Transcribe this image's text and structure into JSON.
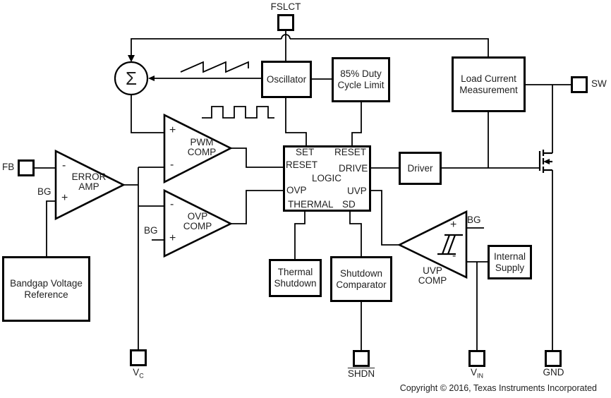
{
  "pins": {
    "fslct": {
      "label": "FSLCT"
    },
    "fb": {
      "label": "FB"
    },
    "sw": {
      "label": "SW"
    },
    "vc": {
      "main": "V",
      "sub": "C"
    },
    "shdn": {
      "label": "SHDN"
    },
    "vin": {
      "main": "V",
      "sub": "IN"
    },
    "gnd": {
      "label": "GND"
    }
  },
  "blocks": {
    "oscillator": {
      "line1": "Oscillator"
    },
    "duty_cycle": {
      "line1": "85% Duty",
      "line2": "Cycle Limit"
    },
    "load_current": {
      "line1": "Load Current",
      "line2": "Measurement"
    },
    "driver": {
      "line1": "Driver"
    },
    "thermal_shutdown": {
      "line1": "Thermal",
      "line2": "Shutdown"
    },
    "shutdown_comparator": {
      "line1": "Shutdown",
      "line2": "Comparator"
    },
    "internal_supply": {
      "line1": "Internal",
      "line2": "Supply"
    },
    "bandgap": {
      "line1": "Bandgap Voltage",
      "line2": "Reference"
    }
  },
  "logic": {
    "set": "SET",
    "reset_top": "RESET",
    "reset_left": "RESET",
    "drive": "DRIVE",
    "name": "LOGIC",
    "ovp": "OVP",
    "uvp": "UVP",
    "thermal": "THERMAL",
    "sd": "SD"
  },
  "amps": {
    "error": {
      "line1": "ERROR",
      "line2": "AMP"
    },
    "pwm": {
      "line1": "PWM",
      "line2": "COMP"
    },
    "ovp": {
      "line1": "OVP",
      "line2": "COMP"
    },
    "uvp": {
      "line1": "UVP",
      "line2": "COMP"
    }
  },
  "symbols": {
    "sigma": "Σ",
    "plus": "+",
    "minus": "-",
    "bg": "BG"
  },
  "footer": {
    "copyright": "Copyright © 2016, Texas Instruments Incorporated"
  },
  "colors": {
    "line": "#000000",
    "background": "#ffffff",
    "text": "#1f1f1f"
  }
}
